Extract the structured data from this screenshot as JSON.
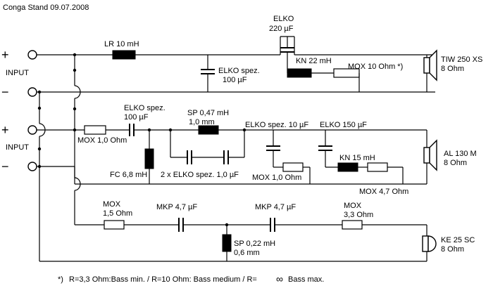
{
  "title": "Conga Stand 09.07.2008",
  "inputs": {
    "input1": {
      "plus": "+",
      "minus": "−",
      "label": "INPUT"
    },
    "input2": {
      "plus": "+",
      "minus": "−",
      "label": "INPUT"
    }
  },
  "section_bass": {
    "lr": "LR 10 mH",
    "elko_top_1": "ELKO",
    "elko_top_2": "220 µF",
    "elko_spez_1": "ELKO spez.",
    "elko_spez_2": "100 µF",
    "kn": "KN 22 mH",
    "mox": "MOX 10 Ohm *)",
    "speaker_1": "TIW 250 XS",
    "speaker_2": "8 Ohm"
  },
  "section_mid": {
    "elko_spez_1": "ELKO spez.",
    "elko_spez_2": "100 µF",
    "mox_in": "MOX 1,0 Ohm",
    "fc": "FC 6,8 mH",
    "sp_1": "SP 0,47 mH",
    "sp_2": "1,0 mm",
    "elko_pair": "2 x ELKO spez. 1,0 µF",
    "elko_10": "ELKO spez. 10 µF",
    "mox_1": "MOX 1,0 Ohm",
    "elko_150": "ELKO 150 µF",
    "kn": "KN 15 mH",
    "mox_47": "MOX 4,7 Ohm",
    "speaker_1": "AL 130 M",
    "speaker_2": "8 Ohm"
  },
  "section_tweeter": {
    "mox_1": "MOX",
    "mox_2": "1,5 Ohm",
    "mkp_a": "MKP 4,7 µF",
    "mkp_b": "MKP 4,7 µF",
    "mox33_1": "MOX",
    "mox33_2": "3,3 Ohm",
    "sp_1": "SP 0,22 mH",
    "sp_2": "0,6 mm",
    "speaker_1": "KE 25 SC",
    "speaker_2": "8 Ohm"
  },
  "footnote": {
    "mark": "*)",
    "text": "R=3,3 Ohm:Bass min. / R=10 Ohm: Bass medium / R=",
    "infinity": "∞",
    "tail": "Bass max."
  }
}
